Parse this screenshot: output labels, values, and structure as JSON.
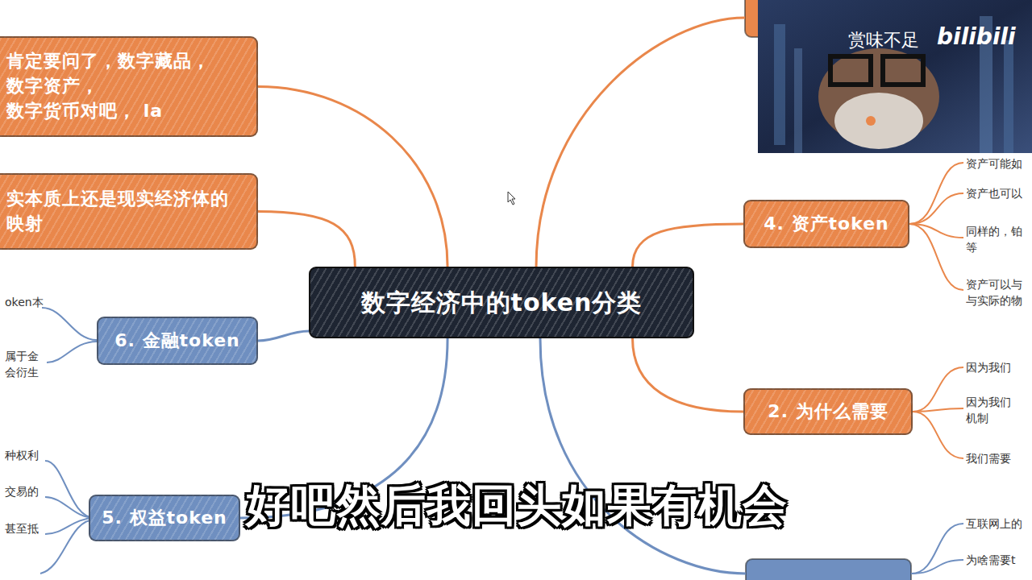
{
  "diagram": {
    "nodes": [
      {
        "text": [
          "数字经济中的token分类"
        ]
      },
      {
        "text": [
          "肯定要问了，数字藏品， 数字资产，数字货币对吧， la"
        ]
      },
      {
        "text": [
          "实本质上还是现实经济体的 映射"
        ]
      },
      {
        "text": [
          "4. 资产token"
        ]
      },
      {
        "text": [
          "2. 为什么需要"
        ]
      },
      {
        "text": [
          "6. 金融token"
        ]
      },
      {
        "text": [
          "5. 权益token"
        ]
      }
    ],
    "edges": [
      {
        "from": 0,
        "to": 1,
        "arrow": "none"
      },
      {
        "from": 0,
        "to": 2,
        "arrow": "none"
      },
      {
        "from": 0,
        "to": 3,
        "arrow": "none"
      },
      {
        "from": 0,
        "to": 4,
        "arrow": "none"
      },
      {
        "from": 0,
        "to": 5,
        "arrow": "none"
      },
      {
        "from": 0,
        "to": 6,
        "arrow": "none"
      }
    ],
    "labels": [
      "oken本",
      "属于金 会衍生",
      "种权利",
      "交易的",
      "甚至抵",
      "资产可能如",
      "资产也可以",
      "同样的，铂 等",
      "资产可以与 与实际的物",
      "因为我们",
      "因为我们 机制",
      "我们需要",
      "互联网上的",
      "为啥需要t",
      "赏味不足",
      "bilibili",
      "好吧然后我回头如果有机会"
    ]
  }
}
